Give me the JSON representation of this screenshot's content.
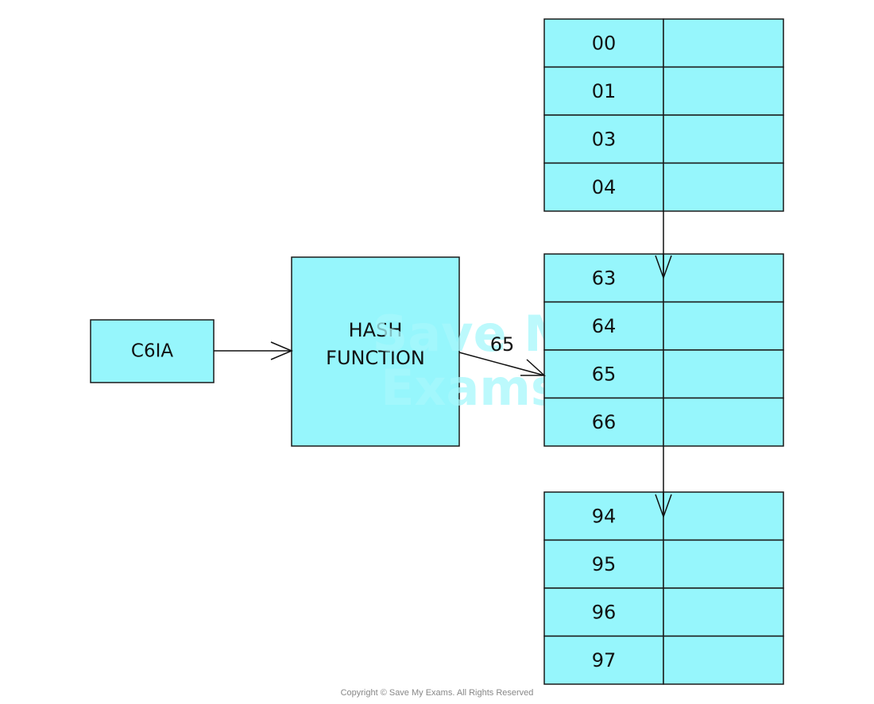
{
  "input_key": "C6IA",
  "hash_function": {
    "line1": "HASH",
    "line2": "FUNCTION"
  },
  "hash_output": "65",
  "table_blocks": [
    {
      "name": "block-top",
      "rows": [
        "00",
        "01",
        "03",
        "04"
      ]
    },
    {
      "name": "block-middle",
      "rows": [
        "63",
        "64",
        "65",
        "66"
      ]
    },
    {
      "name": "block-bottom",
      "rows": [
        "94",
        "95",
        "96",
        "97"
      ]
    }
  ],
  "watermark": {
    "line1": "Save My",
    "line2": "Exams"
  },
  "copyright": "Copyright © Save My Exams. All Rights Reserved",
  "colors": {
    "cell_fill": "#96f6fc",
    "stroke": "#1a1a1a"
  }
}
